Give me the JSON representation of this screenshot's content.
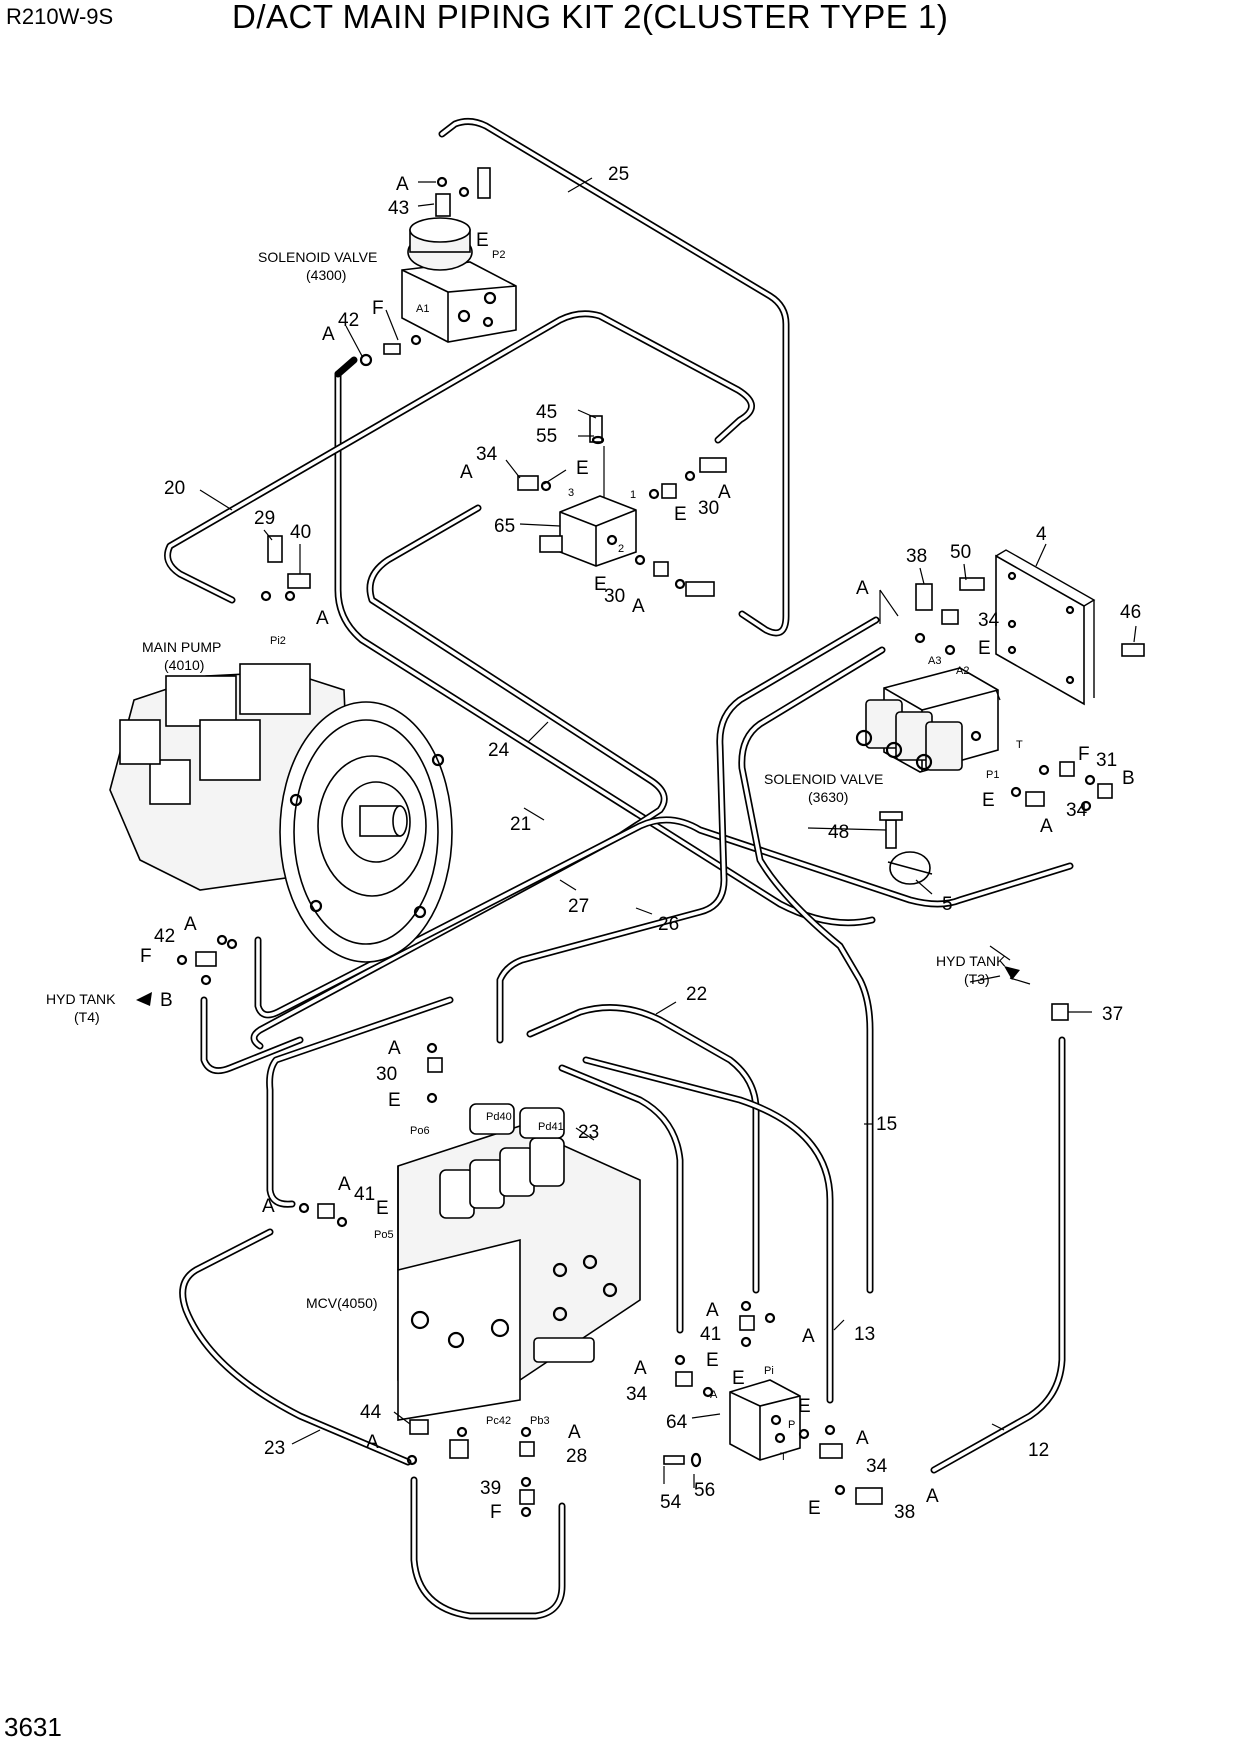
{
  "header": {
    "model": "R210W-9S",
    "title": "D/ACT MAIN PIPING KIT 2(CLUSTER TYPE 1)",
    "page_number": "3631"
  },
  "components": {
    "solenoid_4300": [
      "SOLENOID VALVE",
      "(4300)"
    ],
    "main_pump": [
      "MAIN PUMP",
      "(4010)"
    ],
    "solenoid_3630": [
      "SOLENOID VALVE",
      "(3630)"
    ],
    "mcv": "MCV(4050)",
    "hyd_tank_t4": [
      "HYD TANK",
      "(T4)"
    ],
    "hyd_tank_t3": [
      "HYD TANK",
      "(T3)"
    ]
  },
  "ports": {
    "p2": "P2",
    "a1": "A1",
    "pi2": "Pi2",
    "p3": "3",
    "p1n": "1",
    "p2n": "2",
    "a3": "A3",
    "a2": "A2",
    "t": "T",
    "p1": "P1",
    "po6": "Po6",
    "pd40": "Pd40",
    "pd41": "Pd41",
    "po5": "Po5",
    "pc42": "Pc42",
    "pb3": "Pb3",
    "pi": "Pi",
    "pa": "A",
    "pp": "P",
    "pt": "T"
  },
  "callouts": {
    "c25": "25",
    "c43": "43",
    "cA1": "A",
    "cE1": "E",
    "cF1": "F",
    "c42a": "42",
    "cA2": "A",
    "c45": "45",
    "c55": "55",
    "c34a": "34",
    "cA3": "A",
    "cE2": "E",
    "c65": "65",
    "cA4": "A",
    "cE3": "E",
    "c30a": "30",
    "cE4": "E",
    "c30b": "30",
    "cA5": "A",
    "c20": "20",
    "c29": "29",
    "c40": "40",
    "cA6": "A",
    "c38a": "38",
    "c50": "50",
    "c4": "4",
    "c46": "46",
    "cA7": "A",
    "c34b": "34",
    "cE5": "E",
    "cF2": "F",
    "c31": "31",
    "cB1": "B",
    "cE6": "E",
    "c34c": "34",
    "cA8": "A",
    "c48": "48",
    "c5": "5",
    "c24": "24",
    "c21": "21",
    "c27": "27",
    "c26": "26",
    "c42b": "42",
    "cA9": "A",
    "cF3": "F",
    "cB2": "B",
    "c37": "37",
    "c22": "22",
    "cA10": "A",
    "c30c": "30",
    "cE7": "E",
    "c23a": "23",
    "c15": "15",
    "cA11": "A",
    "cA12": "A",
    "c41a": "41",
    "cE8": "E",
    "cA13": "A",
    "c41b": "41",
    "cA14": "A",
    "cE9": "E",
    "c13": "13",
    "cA15": "A",
    "c34d": "34",
    "cE10": "E",
    "c64": "64",
    "cE11": "E",
    "cA16": "A",
    "c34e": "34",
    "c12": "12",
    "c54": "54",
    "c56": "56",
    "cE12": "E",
    "cA17": "A",
    "c38b": "38",
    "c44": "44",
    "cA18": "A",
    "c23b": "23",
    "cA19": "A",
    "c28": "28",
    "c39": "39",
    "cF4": "F"
  }
}
